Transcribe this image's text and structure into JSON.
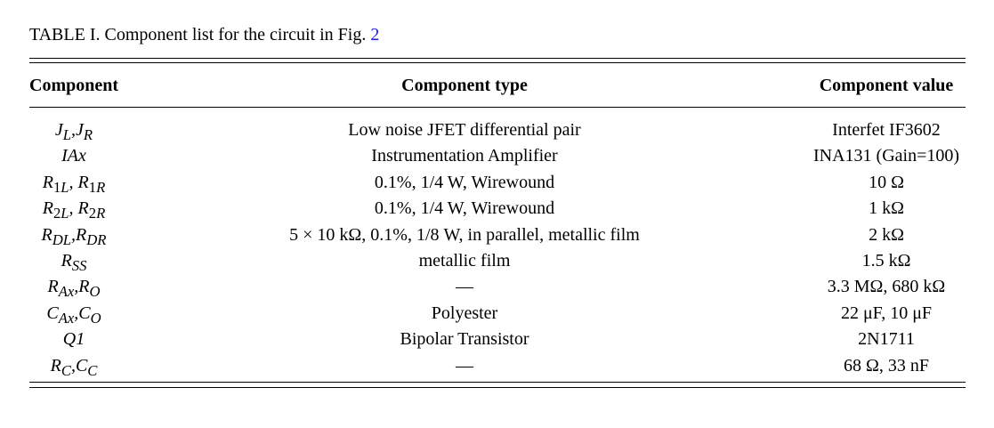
{
  "caption": {
    "text": "TABLE I.  Component list for the circuit in Fig. ",
    "fig_ref": "2"
  },
  "headers": {
    "component": "Component",
    "type": "Component type",
    "value": "Component value"
  },
  "rows": [
    {
      "component_html": "J<sub>L</sub>,J<sub>R</sub>",
      "type": "Low noise JFET differential pair",
      "value": "Interfet IF3602"
    },
    {
      "component_html": "IAx",
      "type": "Instrumentation Amplifier",
      "value": "INA131 (Gain=100)"
    },
    {
      "component_html": "R<sub style=\"font-style:normal\">1</sub><sub>L</sub>, R<sub style=\"font-style:normal\">1</sub><sub>R</sub>",
      "type": "0.1%, 1/4 W, Wirewound",
      "value": "10 Ω"
    },
    {
      "component_html": "R<sub style=\"font-style:normal\">2</sub><sub>L</sub>, R<sub style=\"font-style:normal\">2</sub><sub>R</sub>",
      "type": "0.1%, 1/4 W, Wirewound",
      "value": "1 kΩ"
    },
    {
      "component_html": "R<sub>DL</sub>,R<sub>DR</sub>",
      "type": "5 × 10 kΩ, 0.1%, 1/8 W, in parallel, metallic film",
      "value": "2 kΩ"
    },
    {
      "component_html": "R<sub>SS</sub>",
      "type": "metallic film",
      "value": "1.5 kΩ"
    },
    {
      "component_html": "R<sub>Ax</sub>,R<sub>O</sub>",
      "type": "—",
      "value": "3.3 MΩ, 680 kΩ"
    },
    {
      "component_html": "C<sub>Ax</sub>,C<sub>O</sub>",
      "type": "Polyester",
      "value": "22 μF, 10 μF"
    },
    {
      "component_html": "Q1",
      "type": "Bipolar Transistor",
      "value": "2N1711"
    },
    {
      "component_html": "R<sub>C</sub>,C<sub>C</sub>",
      "type": "—",
      "value": "68 Ω, 33 nF"
    }
  ]
}
